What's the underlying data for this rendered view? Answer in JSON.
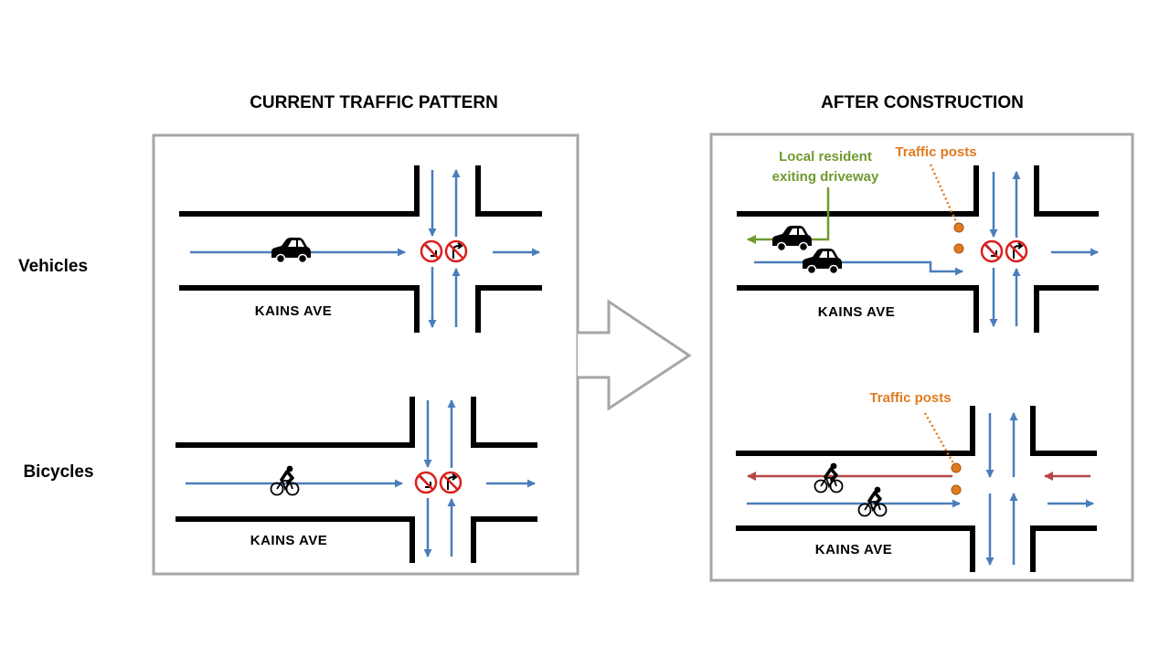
{
  "headings": {
    "current": "CURRENT TRAFFIC PATTERN",
    "after": "AFTER CONSTRUCTION"
  },
  "row_labels": {
    "vehicles": "Vehicles",
    "bicycles": "Bicycles"
  },
  "street_name": "KAINS AVE",
  "annotations": {
    "traffic_posts": "Traffic posts",
    "resident_line1": "Local resident",
    "resident_line2": "exiting driveway"
  },
  "colors": {
    "blue_arrow": "#4a7ebb",
    "red_arrow": "#b84747",
    "green_arrow": "#6f9a2f",
    "orange": "#e07b1f",
    "no_turn_sign": "#d9201d",
    "frame_gray": "#a6a6a6"
  },
  "icons": [
    "car-icon",
    "bicycle-icon",
    "no-left-turn-icon",
    "no-right-turn-icon",
    "traffic-post-icon",
    "transition-arrow-icon"
  ]
}
